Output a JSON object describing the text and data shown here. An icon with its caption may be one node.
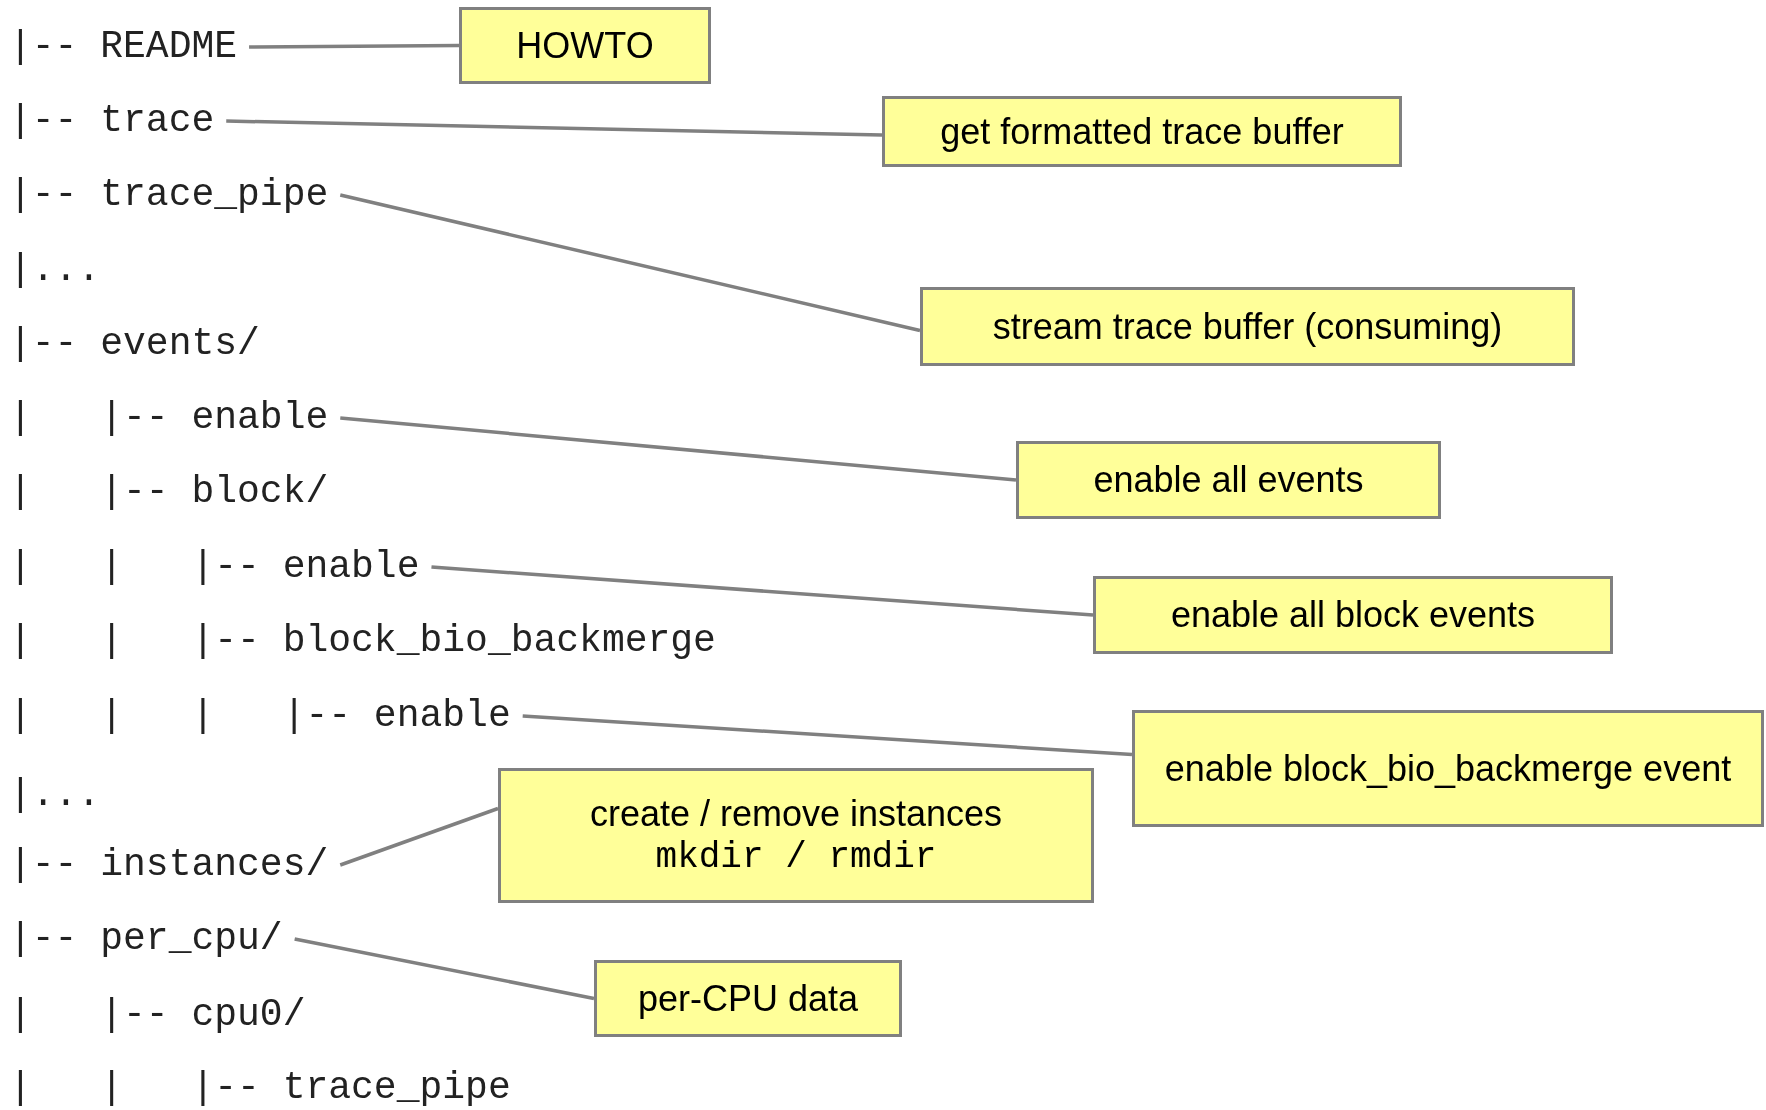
{
  "diagram": {
    "nodes": [
      {
        "text": [
          "|-- README"
        ]
      },
      {
        "text": [
          "HOWTO"
        ]
      },
      {
        "text": [
          "|-- trace"
        ]
      },
      {
        "text": [
          "get formatted trace buffer"
        ]
      },
      {
        "text": [
          "|-- trace_pipe"
        ]
      },
      {
        "text": [
          "stream trace buffer (consuming)"
        ]
      },
      {
        "text": [
          "|   |-- enable"
        ]
      },
      {
        "text": [
          "enable all events"
        ]
      },
      {
        "text": [
          "|   |   |-- enable"
        ]
      },
      {
        "text": [
          "enable all block events"
        ]
      },
      {
        "text": [
          "|   |   |   |-- enable"
        ]
      },
      {
        "text": [
          "enable block_bio_backmerge event"
        ]
      },
      {
        "text": [
          "|-- instances/"
        ]
      },
      {
        "text": [
          "create / remove instances",
          "mkdir / rmdir"
        ]
      },
      {
        "text": [
          "|-- per_cpu/"
        ]
      },
      {
        "text": [
          "per-CPU data"
        ]
      }
    ],
    "edges": [
      {
        "from": 0,
        "to": 1,
        "arrow": "none"
      },
      {
        "from": 2,
        "to": 3,
        "arrow": "none"
      },
      {
        "from": 4,
        "to": 5,
        "arrow": "none"
      },
      {
        "from": 6,
        "to": 7,
        "arrow": "none"
      },
      {
        "from": 8,
        "to": 9,
        "arrow": "none"
      },
      {
        "from": 10,
        "to": 11,
        "arrow": "none"
      },
      {
        "from": 12,
        "to": 13,
        "arrow": "none"
      },
      {
        "from": 14,
        "to": 15,
        "arrow": "none"
      }
    ],
    "labels": [
      "|...",
      "|-- events/",
      "|   |-- block/",
      "|   |   |-- block_bio_backmerge",
      "|...",
      "|   |-- cpu0/",
      "|   |   |-- trace_pipe"
    ]
  }
}
